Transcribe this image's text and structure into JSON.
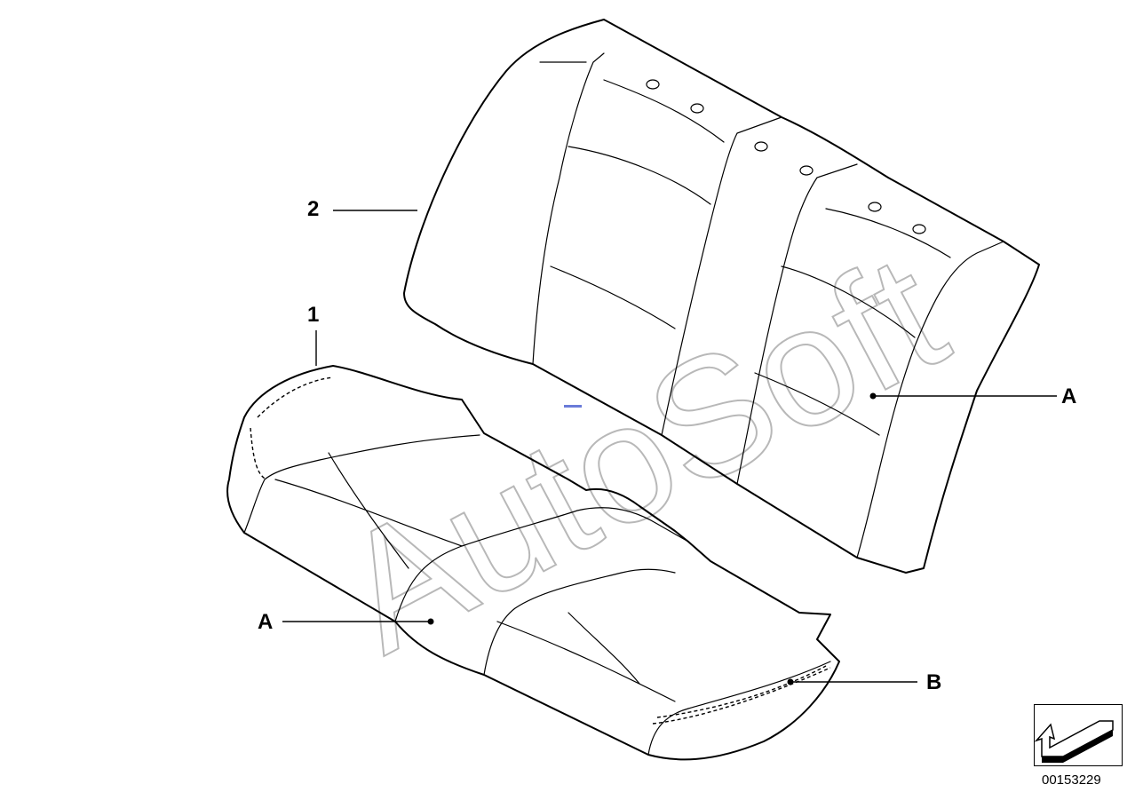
{
  "diagram": {
    "callouts": {
      "backrest": "2",
      "seat_cushion": "1",
      "cover_backrest": "A",
      "cover_seat": "A",
      "piping": "B"
    },
    "watermark": "AutoSoft",
    "part_number": "00153229",
    "icons": [
      "orientation-arrow-icon"
    ]
  }
}
